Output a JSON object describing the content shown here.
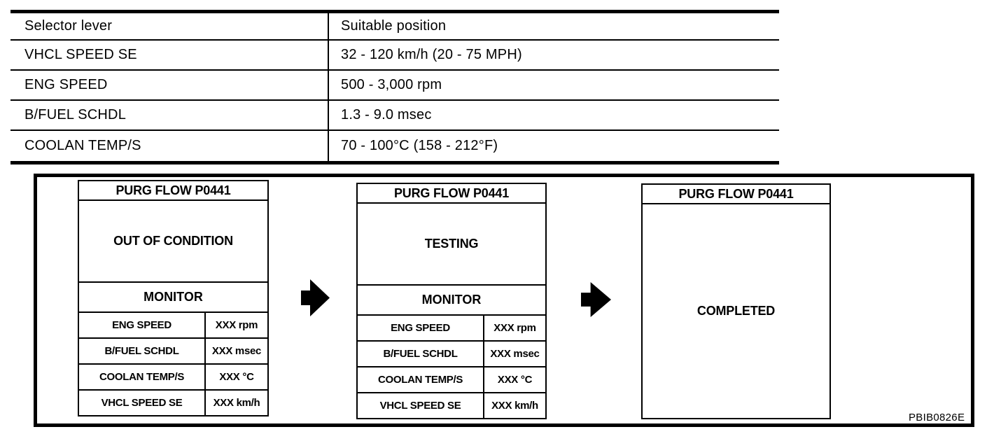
{
  "table": {
    "columns": [
      "Selector lever",
      "Suitable position"
    ],
    "rows": [
      {
        "label": "VHCL SPEED SE",
        "value": "32 - 120 km/h (20 - 75 MPH)"
      },
      {
        "label": "ENG SPEED",
        "value": "500 - 3,000 rpm"
      },
      {
        "label": "B/FUEL SCHDL",
        "value": "1.3 - 9.0 msec"
      },
      {
        "label": "COOLAN TEMP/S",
        "value": "70 - 100°C (158 - 212°F)"
      }
    ]
  },
  "diagram": {
    "figure_id": "PBIB0826E",
    "screens": [
      {
        "title": "PURG FLOW P0441",
        "status": "OUT OF CONDITION",
        "monitor_label": "MONITOR",
        "readings": [
          {
            "name": "ENG SPEED",
            "value": "XXX rpm"
          },
          {
            "name": "B/FUEL SCHDL",
            "value": "XXX msec"
          },
          {
            "name": "COOLAN TEMP/S",
            "value": "XXX °C"
          },
          {
            "name": "VHCL SPEED SE",
            "value": "XXX km/h"
          }
        ]
      },
      {
        "title": "PURG FLOW P0441",
        "status": "TESTING",
        "monitor_label": "MONITOR",
        "readings": [
          {
            "name": "ENG SPEED",
            "value": "XXX rpm"
          },
          {
            "name": "B/FUEL SCHDL",
            "value": "XXX msec"
          },
          {
            "name": "COOLAN TEMP/S",
            "value": "XXX °C"
          },
          {
            "name": "VHCL SPEED SE",
            "value": "XXX km/h"
          }
        ]
      },
      {
        "title": "PURG FLOW P0441",
        "status": "COMPLETED"
      }
    ]
  }
}
